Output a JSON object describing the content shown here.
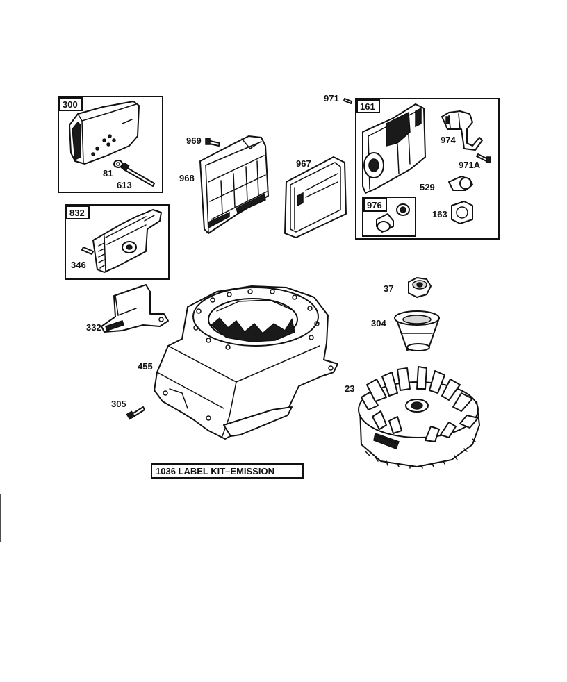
{
  "parts": [
    {
      "id": "300",
      "tag": "300"
    },
    {
      "id": "81",
      "label": "81"
    },
    {
      "id": "613",
      "label": "613"
    },
    {
      "id": "832",
      "tag": "832"
    },
    {
      "id": "346",
      "label": "346"
    },
    {
      "id": "969",
      "label": "969"
    },
    {
      "id": "968",
      "label": "968"
    },
    {
      "id": "967",
      "label": "967"
    },
    {
      "id": "971",
      "label": "971"
    },
    {
      "id": "161",
      "tag": "161"
    },
    {
      "id": "974",
      "label": "974"
    },
    {
      "id": "971A",
      "label": "971A"
    },
    {
      "id": "529",
      "label": "529"
    },
    {
      "id": "976",
      "tag": "976"
    },
    {
      "id": "163",
      "label": "163"
    },
    {
      "id": "332",
      "label": "332"
    },
    {
      "id": "455",
      "label": "455"
    },
    {
      "id": "37",
      "label": "37"
    },
    {
      "id": "304",
      "label": "304"
    },
    {
      "id": "23",
      "label": "23"
    },
    {
      "id": "305",
      "label": "305"
    }
  ],
  "kit_label": "1036 LABEL KIT–EMISSION"
}
